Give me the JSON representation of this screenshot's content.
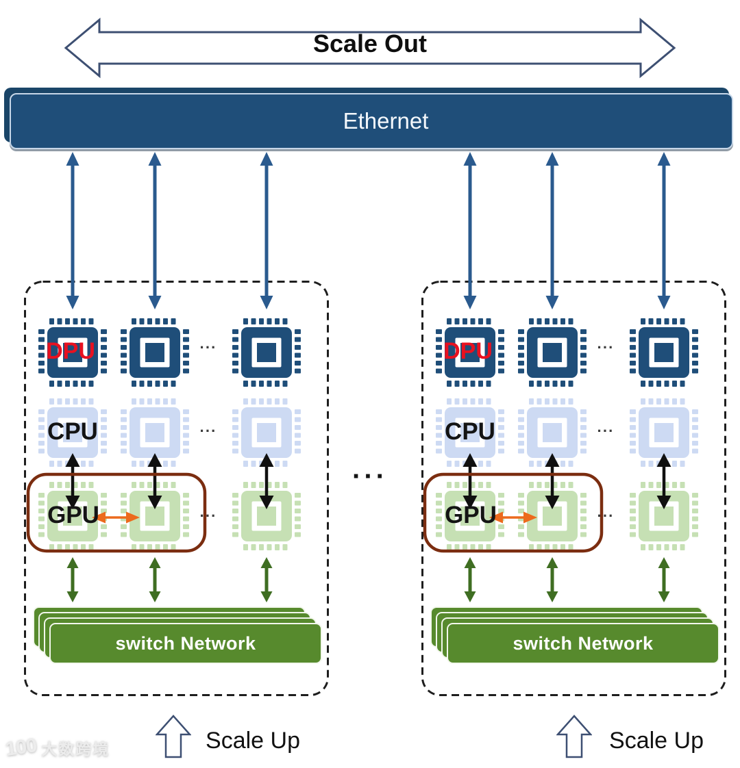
{
  "scale_out": {
    "label": "Scale Out"
  },
  "ethernet": {
    "label": "Ethernet"
  },
  "chip_rows": {
    "dpu": "DPU",
    "cpu": "CPU",
    "gpu": "GPU"
  },
  "switch_network": {
    "label": "switch Network"
  },
  "scale_up": {
    "label": "Scale Up"
  },
  "ellipsis": {
    "row": "···",
    "cluster": "···"
  },
  "watermark": {
    "logo": "100",
    "text": "大数跨境"
  },
  "colors": {
    "navy": "#1F4E79",
    "navy_dark": "#1A4568",
    "eth_border": "#C7D7E8",
    "blue_arrow": "#2A5A8E",
    "cpu_fill": "#CDDAF3",
    "gpu_fill": "#C6E0B4",
    "switch_green": "#578A2D",
    "green_arrow": "#3F6E22",
    "orange": "#EC6A1D",
    "brown_box": "#7B2D10",
    "dpu_red": "#E81120",
    "outline_blue": "#3D4F72",
    "dash": "#1E1E1E",
    "black_arrow": "#101010"
  }
}
